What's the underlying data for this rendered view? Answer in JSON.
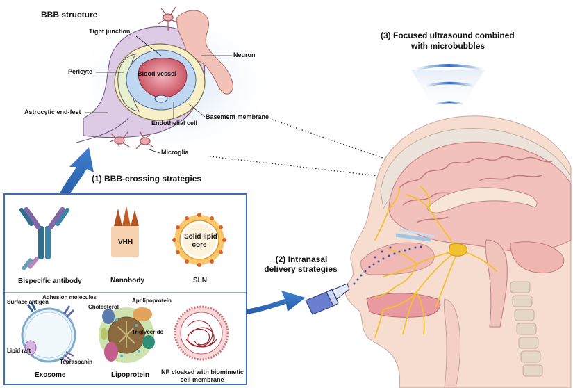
{
  "bbb": {
    "title": "BBB structure",
    "labels": {
      "tight_junction": "Tight junction",
      "neuron": "Neuron",
      "pericyte": "Pericyte",
      "blood_vessel": "Blood vessel",
      "astrocytic_end_feet": "Astrocytic end-feet",
      "endothelial_cell": "Endothelial cell",
      "basement_membrane": "Basement membrane",
      "microglia": "Microglia"
    }
  },
  "strategies": {
    "bbb_crossing": "(1) BBB-crossing strategies",
    "intranasal_line1": "(2) Intranasal",
    "intranasal_line2": "delivery strategies",
    "ultrasound_line1": "(3) Focused ultrasound combined",
    "ultrasound_line2": "with microbubbles"
  },
  "panel": {
    "bispecific_antibody": "Bispecific antibody",
    "nanobody": "Nanobody",
    "vhh": "VHH",
    "sln": "SLN",
    "solid_lipid_core_line1": "Solid lipid",
    "solid_lipid_core_line2": "core",
    "surface_antigen": "Surface antigen",
    "adhesion_molecules": "Adhesion molecules",
    "lipid_raft": "Lipid raft",
    "tetraspanin": "Tepraspanin",
    "exosome": "Exosome",
    "cholesterol": "Cholesterol",
    "apolipoprotein": "Apolipoprotein",
    "triglyceride": "Triglyceride",
    "lipoprotein": "Lipoprotein",
    "np_cloaked_line1": "NP cloaked with biomimetic",
    "np_cloaked_line2": "cell membrane"
  },
  "colors": {
    "accent_blue": "#3a6fb5",
    "nerve_yellow": "#f2c12e",
    "vessel_pink": "#d9707b",
    "astrocyte_lavender": "#d9c8e3",
    "brain_pink": "#f3c6bf",
    "skin": "#f7dcd0"
  }
}
